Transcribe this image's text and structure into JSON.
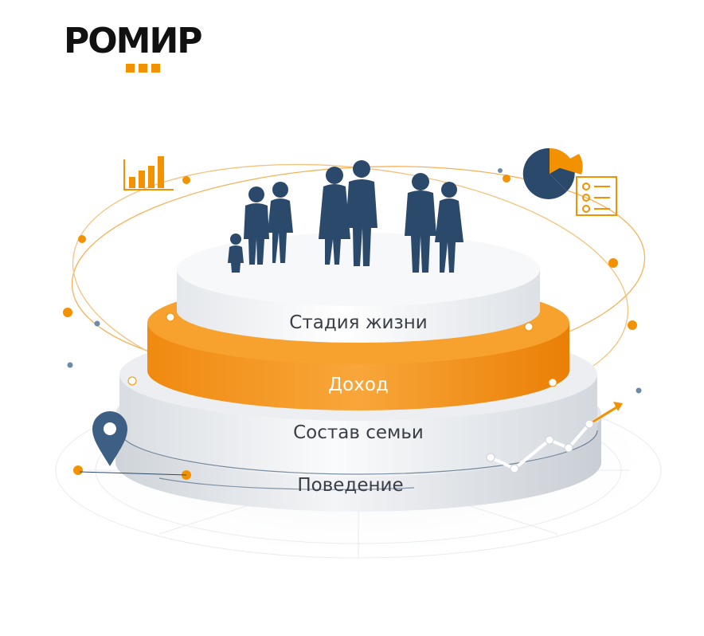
{
  "brand": {
    "name": "РОМИР",
    "text_color": "#111111",
    "accent_color": "#f39200"
  },
  "tiers": [
    {
      "label": "Стадия жизни",
      "fill": "#ffffff",
      "text_color": "#3a3f47"
    },
    {
      "label": "Доход",
      "fill": "#f59a1e",
      "text_color": "#ffffff"
    },
    {
      "label": "Состав семьи",
      "fill": "#e9ebee",
      "text_color": "#3a3f47"
    },
    {
      "label": "Поведение",
      "fill": "#dfe2e6",
      "text_color": "#3a3f47"
    }
  ],
  "icons": [
    "bar-chart-icon",
    "pie-chart-icon",
    "checklist-icon",
    "map-pin-icon",
    "trend-line-icon",
    "people-group-icon"
  ],
  "colors": {
    "navy": "#2b4a6b",
    "orange": "#f39200",
    "light_grey": "#e6e9ed",
    "dot_blue": "#6d8aa8"
  }
}
